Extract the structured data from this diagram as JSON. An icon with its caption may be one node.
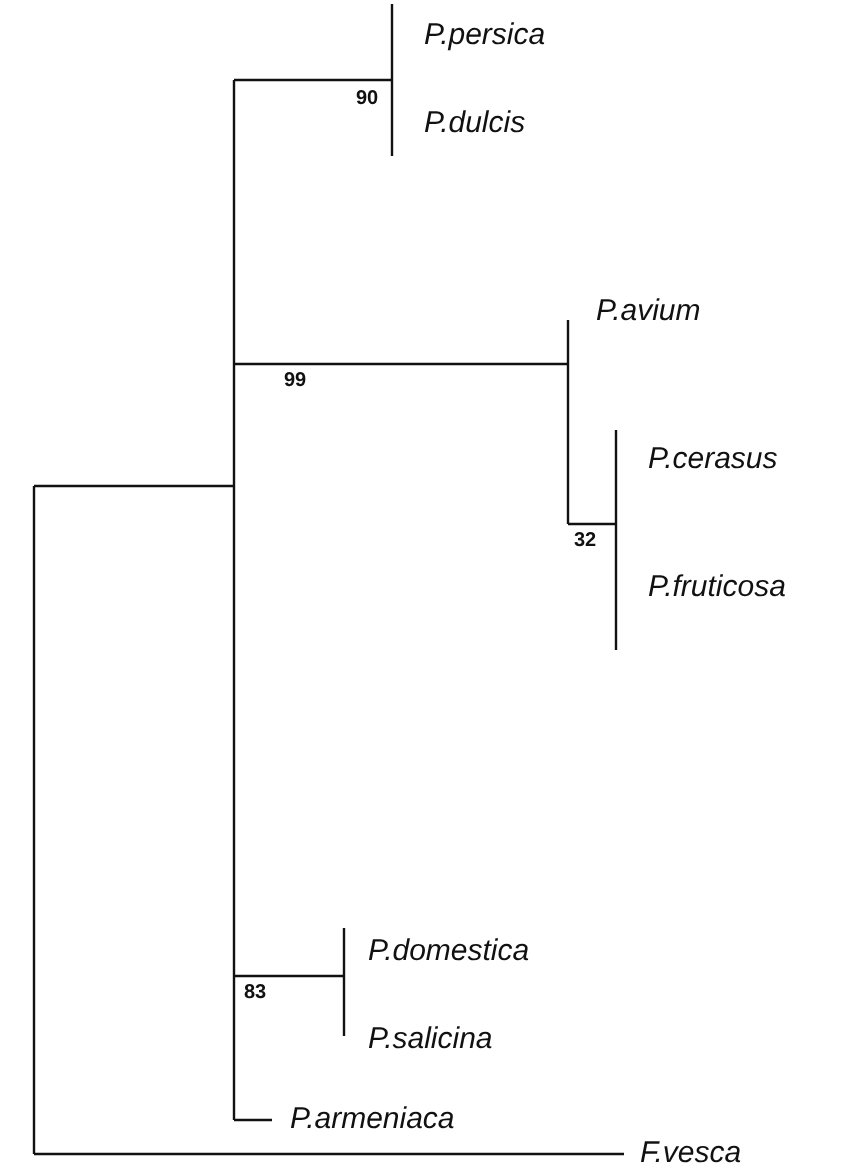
{
  "diagram": {
    "labels": [
      "P.persica",
      "90",
      "P.dulcis",
      "P.avium",
      "99",
      "P.cerasus",
      "32",
      "P.fruticosa",
      "P.domestica",
      "83",
      "P.salicina",
      "P.armeniaca",
      "F.vesca"
    ]
  }
}
